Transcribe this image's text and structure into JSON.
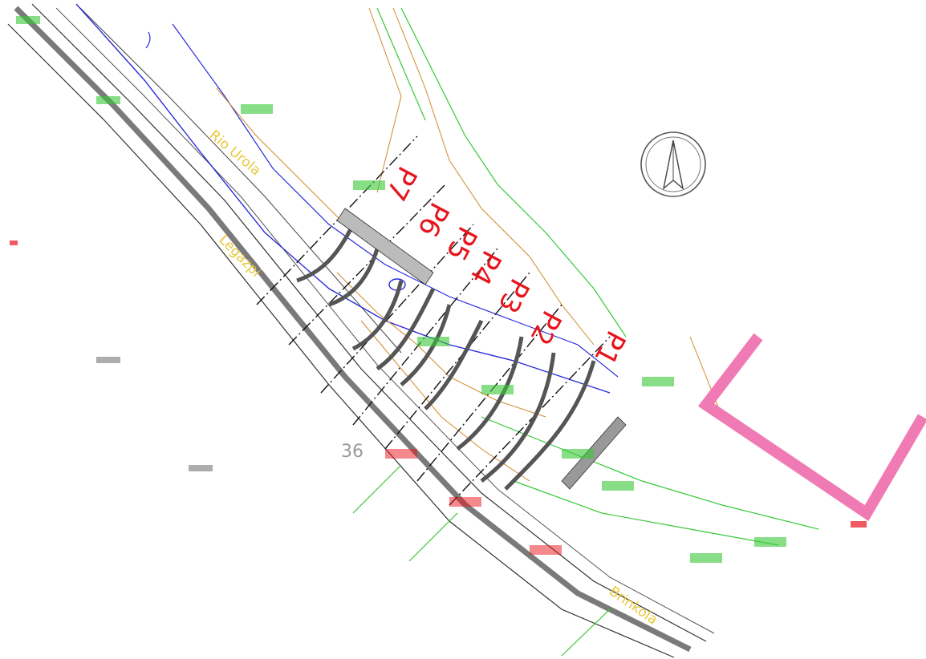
{
  "map": {
    "labels": {
      "river": "Rio Urola",
      "left_bank": "Legazpi",
      "right_bank": "Brinkola",
      "chainage": "36"
    },
    "profiles": [
      "P7",
      "P6",
      "P5",
      "P4",
      "P3",
      "P2",
      "P1"
    ],
    "colors": {
      "profile_text": "#e8141c",
      "place_text": "#e8c83a",
      "road": "#7a7a7a",
      "river": "#2a2ad8",
      "contour": "#d08a2a",
      "green_line": "#37c837",
      "pink_outline": "#f07ab4"
    },
    "icons": [
      "north-arrow-icon"
    ]
  }
}
